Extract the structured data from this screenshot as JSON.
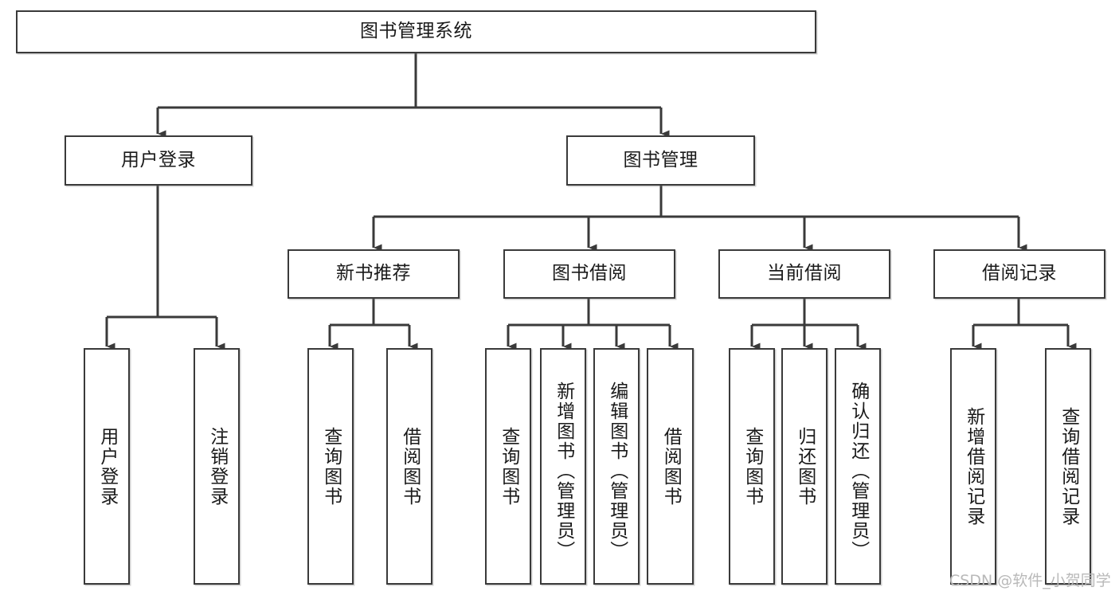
{
  "diagram": {
    "title": "图书管理系统",
    "type": "hierarchy-tree",
    "root": {
      "label": "图书管理系统"
    },
    "level1": [
      {
        "label": "用户登录"
      },
      {
        "label": "图书管理"
      }
    ],
    "level2": [
      {
        "label": "新书推荐"
      },
      {
        "label": "图书借阅"
      },
      {
        "label": "当前借阅"
      },
      {
        "label": "借阅记录"
      }
    ],
    "leaves": {
      "user_login": [
        {
          "label": "用户登录"
        },
        {
          "label": "注销登录"
        }
      ],
      "new_book_recommend": [
        {
          "label": "查询图书"
        },
        {
          "label": "借阅图书"
        }
      ],
      "book_borrow": [
        {
          "label": "查询图书"
        },
        {
          "label": "新增图书（管理员）"
        },
        {
          "label": "编辑图书（管理员）"
        },
        {
          "label": "借阅图书"
        }
      ],
      "current_borrow": [
        {
          "label": "查询图书"
        },
        {
          "label": "归还图书"
        },
        {
          "label": "确认归还（管理员）"
        }
      ],
      "borrow_record": [
        {
          "label": "新增借阅记录"
        },
        {
          "label": "查询借阅记录"
        }
      ]
    }
  },
  "watermark": {
    "text": "CSDN @软件_小贺同学"
  },
  "colors": {
    "stroke": "#3a3a3a",
    "text": "#1a1a1a",
    "background": "#ffffff",
    "watermark": "#b9b9b9"
  }
}
